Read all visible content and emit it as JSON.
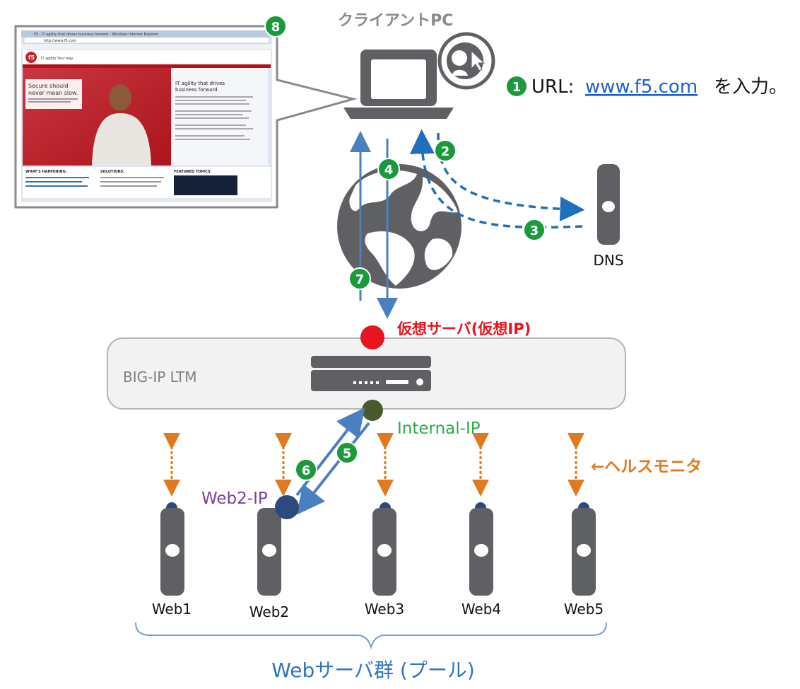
{
  "client": {
    "label": "クライアントPC"
  },
  "step1": {
    "number": "1",
    "prefix": "URL:",
    "url": "www.f5.com",
    "suffix": "を入力。"
  },
  "dns": {
    "label": "DNS"
  },
  "bigip": {
    "label": "BIG-IP LTM",
    "virtual_server_label": "仮想サーバ(仮想IP)",
    "internal_ip_label": "Internal-IP"
  },
  "web2_ip_label": "Web2-IP",
  "health_monitor_label": "←ヘルスモニタ",
  "servers": [
    {
      "label": "Web1"
    },
    {
      "label": "Web2"
    },
    {
      "label": "Web3"
    },
    {
      "label": "Web4"
    },
    {
      "label": "Web5"
    }
  ],
  "pool_label": "Webサーバ群 (プール)",
  "steps": [
    "1",
    "2",
    "3",
    "4",
    "5",
    "6",
    "7",
    "8"
  ],
  "browser": {
    "title": "F5 - IT agility that drives business forward - Windows Internet Explorer",
    "address": "http://www.f5.com",
    "tagline": "IT agility Your way.",
    "hero_headline_1": "Secure should",
    "hero_headline_2": "never mean slow.",
    "side_title_1": "IT agility that drives",
    "side_title_2": "business forward",
    "section_1": "WHAT'S HAPPENING:",
    "section_2": "SOLUTIONS:",
    "section_3": "FEATURED TOPICS:"
  },
  "colors": {
    "step_badge": "#1a9a3a",
    "virtual_server": "#e8141e",
    "internal_ip_dot": "#4a5a2a",
    "web2_ip_dot": "#2c4a80",
    "arrow_blue": "#4a7fc0",
    "dns_dash": "#1f6fba",
    "health_orange": "#e07a20",
    "device_gray": "#5f6063",
    "pool_blue": "#2e75c0",
    "web2_purple": "#7a3fa0",
    "internal_green": "#2eaa4a"
  }
}
